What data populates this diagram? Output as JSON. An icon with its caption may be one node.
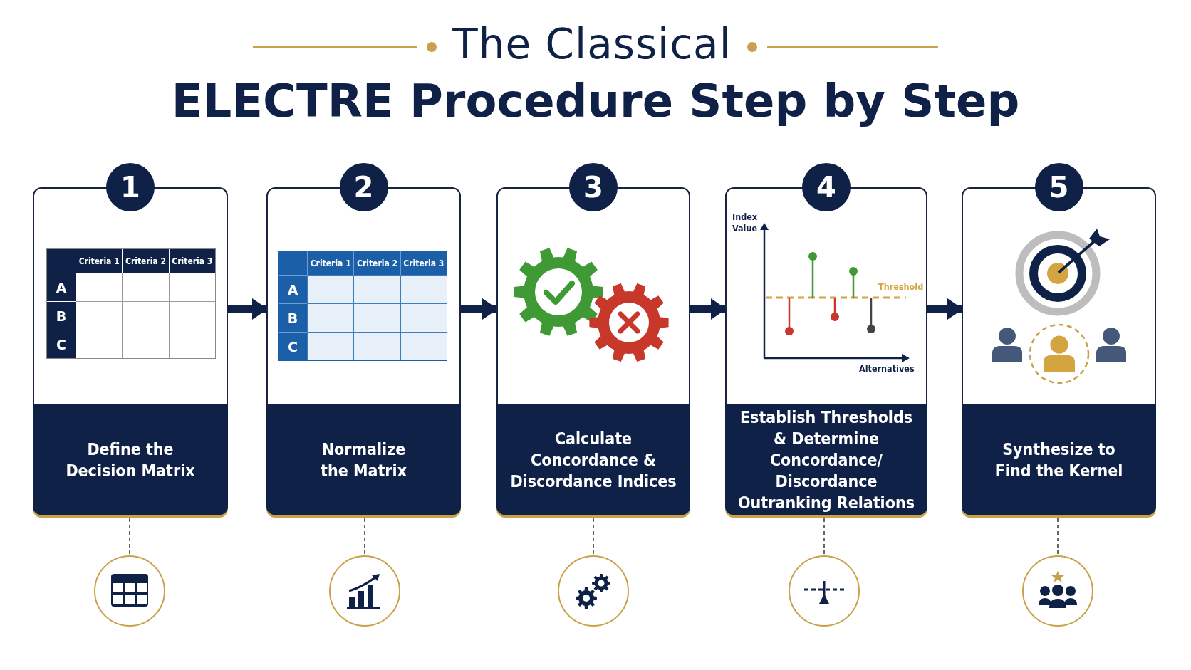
{
  "diagram": {
    "title": "The Classical",
    "nodes": [
      {
        "text": [
          "1",
          "Define the Decision Matrix"
        ]
      },
      {
        "text": [
          "2",
          "Normalize the Matrix"
        ]
      },
      {
        "text": [
          "3",
          "Calculate Concordance & Discordance Indices"
        ]
      },
      {
        "text": [
          "4",
          "Establish Thresholds & Determine Concordance/ Discordance Outranking Relations"
        ]
      },
      {
        "text": [
          "5",
          "Synthesize to Find the Kernel"
        ]
      },
      {
        "text": [],
        "shape": "circle"
      },
      {
        "text": [],
        "shape": "circle"
      },
      {
        "text": [],
        "shape": "circle"
      },
      {
        "text": [],
        "shape": "circle"
      },
      {
        "text": [],
        "shape": "circle"
      }
    ],
    "edges": [
      {
        "from": 0,
        "to": 1,
        "arrow": "to",
        "style": "thick"
      },
      {
        "from": 1,
        "to": 2,
        "arrow": "to",
        "style": "thick"
      },
      {
        "from": 2,
        "to": 3,
        "arrow": "to",
        "style": "thick"
      },
      {
        "from": 3,
        "to": 4,
        "arrow": "to",
        "style": "thick"
      },
      {
        "from": 0,
        "to": 5,
        "arrow": "none",
        "style": "dashed"
      },
      {
        "from": 1,
        "to": 6,
        "arrow": "none",
        "style": "dashed"
      },
      {
        "from": 2,
        "to": 7,
        "arrow": "none",
        "style": "dashed"
      },
      {
        "from": 3,
        "to": 8,
        "arrow": "none",
        "style": "dashed"
      },
      {
        "from": 4,
        "to": 9,
        "arrow": "none",
        "style": "dashed"
      }
    ],
    "labels": [
      "ELECTRE Procedure Step by Step",
      "Criteria 1",
      "Criteria 2",
      "Criteria 3",
      "A",
      "B",
      "C",
      "Criteria 1",
      "Criteria 2",
      "Criteria 3",
      "A",
      "B",
      "C",
      "Index Value",
      "Threshold",
      "Alternatives"
    ]
  }
}
